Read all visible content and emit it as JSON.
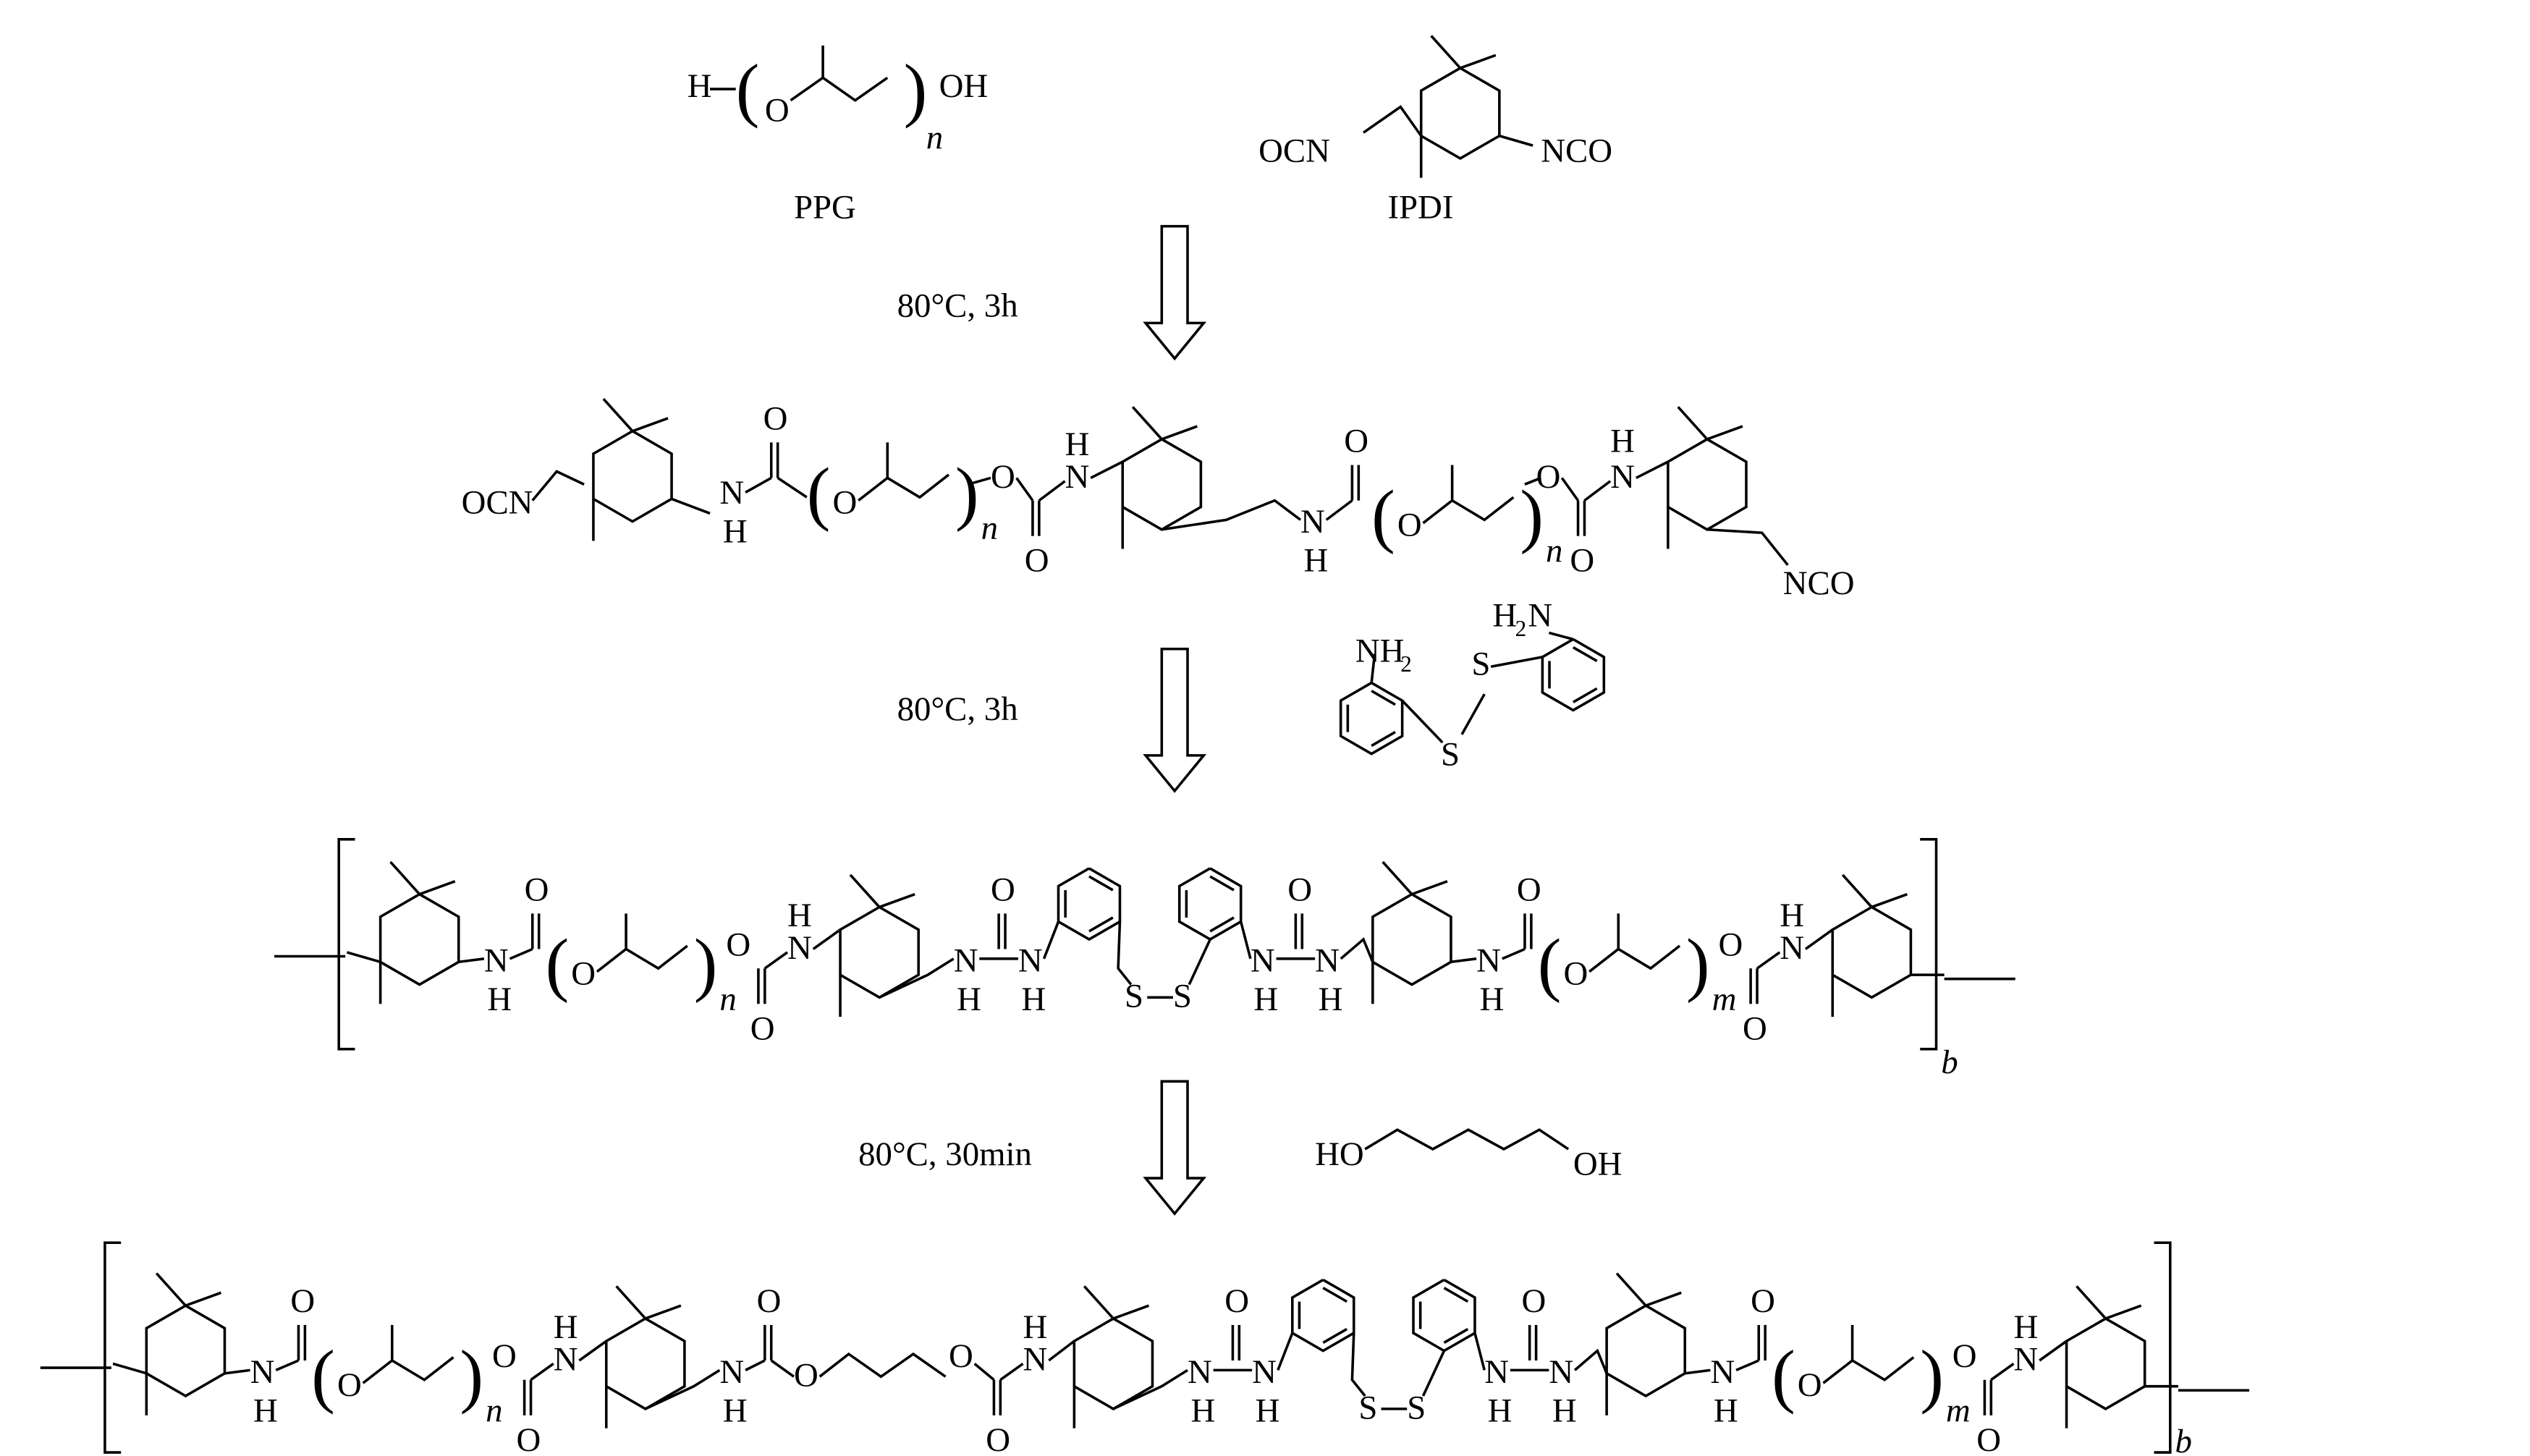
{
  "reagents": {
    "ppg": {
      "name": "PPG",
      "h": "H",
      "o": "O",
      "oh": "OH",
      "n": "n"
    },
    "ipdi": {
      "name": "IPDI",
      "ocn": "OCN",
      "nco": "NCO"
    },
    "diamine": {
      "nh2": "NH",
      "nh2_sub": "2",
      "h2n": "H",
      "h2n_sub": "2",
      "h2n_n": "N",
      "s": "S"
    },
    "bdo": {
      "ho": "HO",
      "oh": "OH"
    }
  },
  "conditions": [
    "80°C, 3h",
    "80°C, 3h",
    "80°C, 30min"
  ],
  "atoms": {
    "N": "N",
    "H": "H",
    "O": "O",
    "S": "S",
    "OCN": "OCN",
    "NCO": "NCO"
  },
  "repeat": {
    "n": "n",
    "m": "m",
    "b": "b"
  }
}
